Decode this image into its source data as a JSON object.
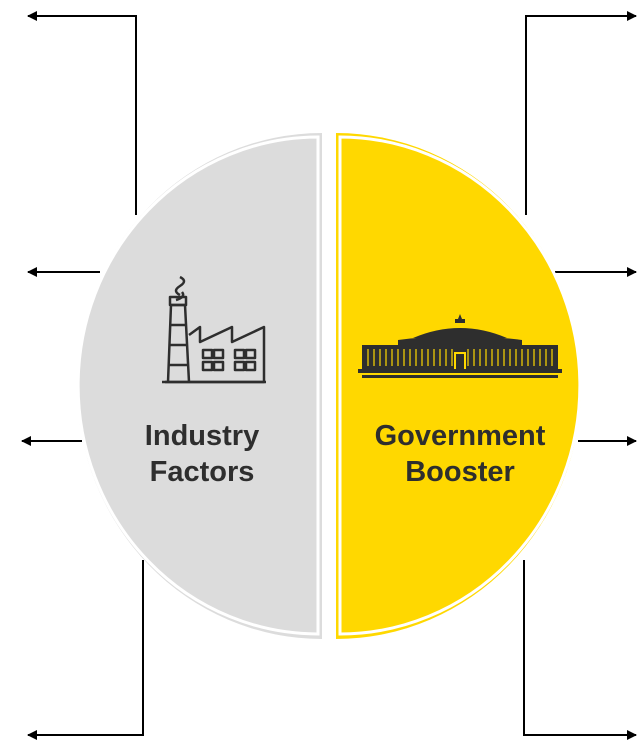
{
  "left_half": {
    "title_line1": "Industry",
    "title_line2": "Factors",
    "icon": "factory-icon",
    "color": "#DCDCDC"
  },
  "right_half": {
    "title_line1": "Government",
    "title_line2": "Booster",
    "icon": "parliament-building-icon",
    "color": "#FFD800"
  },
  "connector_color": "#000000",
  "text_color": "#2E2E2E"
}
